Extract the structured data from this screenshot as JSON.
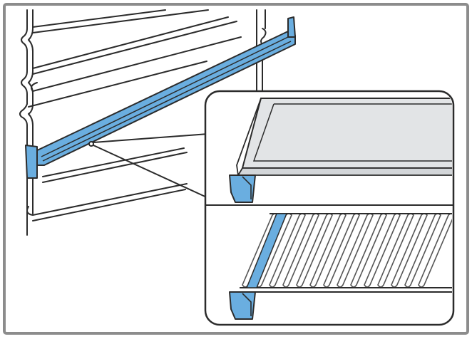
{
  "colors": {
    "frame": "#8c8c8c",
    "line": "#2b2b2b",
    "rack_line": "#555555",
    "accent": "#6aaee0",
    "accent_dark": "#3d86bf",
    "tray": "#e2e4e6",
    "tray_top": "#d3d6d9",
    "background": "#ffffff"
  },
  "icons": {
    "main": "oven-side-rail-with-telescopic-runner",
    "detail_top": "baking-tray-on-runner",
    "detail_bottom": "wire-rack-on-runner"
  },
  "detail": {
    "rack_wire_count": 14
  }
}
